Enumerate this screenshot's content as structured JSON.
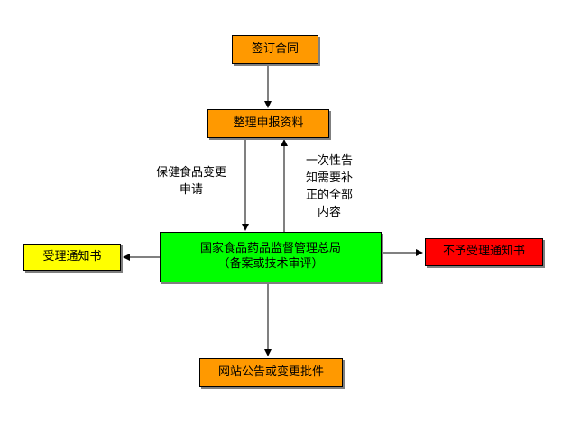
{
  "colors": {
    "orange": "#ff9900",
    "green": "#00ff00",
    "yellow": "#ffff00",
    "red": "#ff0000"
  },
  "nodes": {
    "sign_contract": "签订合同",
    "prepare_docs": "整理申报资料",
    "sfda_line1": "国家食品药品监督管理总局",
    "sfda_line2": "（备案或技术审评）",
    "accept_notice": "受理通知书",
    "reject_notice": "不予受理通知书",
    "website_notice": "网站公告或变更批件"
  },
  "edges": {
    "apply_label": "保健食品变更\n申请",
    "supplement_label": "一次性告\n知需要补\n正的全部\n内容"
  }
}
